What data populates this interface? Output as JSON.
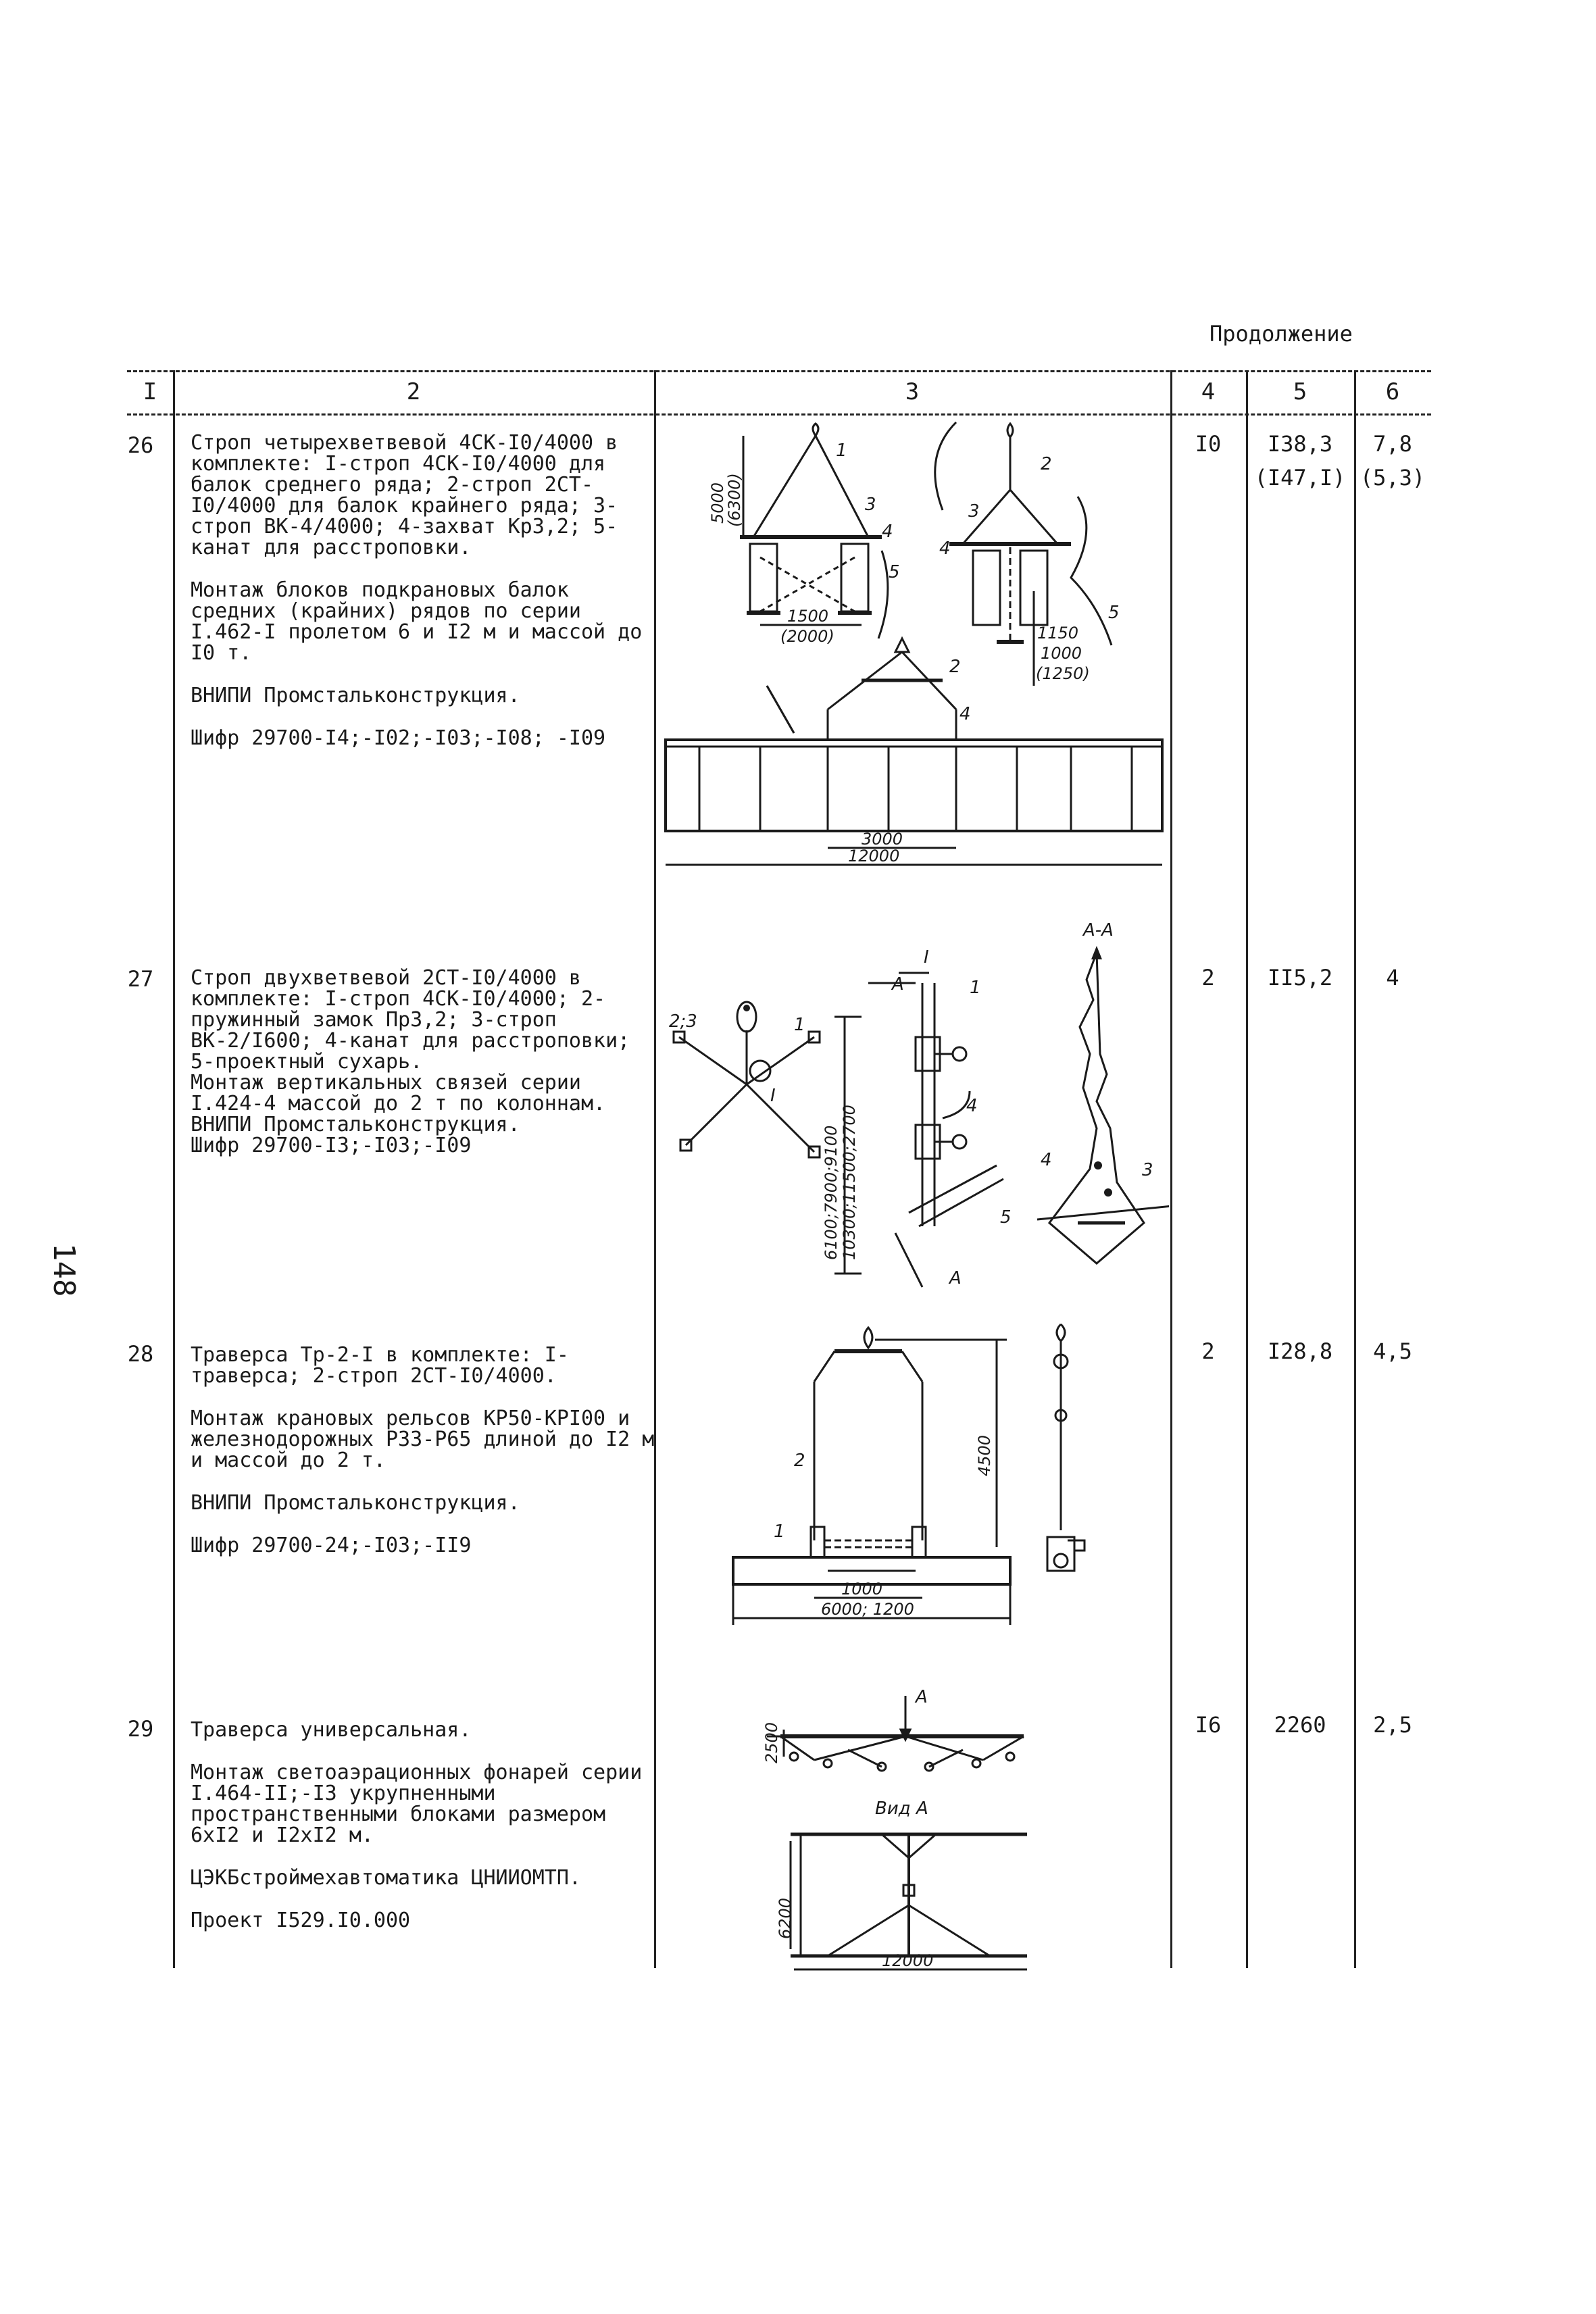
{
  "header": {
    "continued_label": "Продолжение"
  },
  "columns": [
    "I",
    "2",
    "3",
    "4",
    "5",
    "6"
  ],
  "page_number": "148",
  "rows": [
    {
      "num": "26",
      "paragraphs": [
        "Строп четырехветвевой 4СК-I0/4000 в комплекте: I-строп 4СК-I0/4000 для балок среднего ряда; 2-строп 2СТ-I0/4000 для балок крайнего ряда; 3-строп ВК-4/4000; 4-захват Кр3,2; 5-канат для расстроповки.",
        "Монтаж блоков подкрановых балок средних (крайних) рядов по серии I.462-I пролетом 6 и I2 м и массой до I0 т.",
        "ВНИПИ Промстальконструкция.",
        "Шифр 29700-I4;-I02;-I03;-I08; -I09"
      ],
      "col4": "I0",
      "col5": "I38,3\n(I47,I)",
      "col6": "7,8\n(5,3)",
      "drawing_labels": [
        "5000",
        "(6300)",
        "1",
        "3",
        "4",
        "5",
        "1500",
        "(2000)",
        "2",
        "3",
        "4",
        "5",
        "1150",
        "1000",
        "(1250)",
        "2",
        "4",
        "3000",
        "12000"
      ]
    },
    {
      "num": "27",
      "paragraphs": [
        "Строп двухветвевой 2СТ-I0/4000 в комплекте: I-строп 4СК-I0/4000; 2-пружинный замок Пр3,2; 3-строп ВК-2/I600; 4-канат для расстроповки; 5-проектный сухарь.\nМонтаж вертикальных связей серии I.424-4 массой до 2 т по колоннам.\nВНИПИ Промстальконструкция.\nШифр 29700-I3;-I03;-I09"
      ],
      "col4": "2",
      "col5": "II5,2",
      "col6": "4",
      "drawing_labels": [
        "2;3",
        "1",
        "I",
        "I",
        "A",
        "1",
        "6100;7900;9100",
        "10300;11500;2700",
        "4",
        "5",
        "A",
        "A-A",
        "4",
        "3"
      ]
    },
    {
      "num": "28",
      "paragraphs": [
        "Траверса Тр-2-I в комплекте: I-траверса; 2-строп 2СТ-I0/4000.",
        "Монтаж крановых рельсов КР50-КРI00 и железнодорожных Р33-Р65 длиной до I2 м и массой до 2 т.",
        "ВНИПИ Промстальконструкция.",
        "Шифр 29700-24;-I03;-II9"
      ],
      "col4": "2",
      "col5": "I28,8",
      "col6": "4,5",
      "drawing_labels": [
        "4500",
        "2",
        "1",
        "1000",
        "6000; 1200"
      ]
    },
    {
      "num": "29",
      "paragraphs": [
        "Траверса универсальная.",
        "Монтаж светоаэрационных фонарей серии I.464-II;-I3 укрупненными пространственными блоками размером 6xI2 и I2xI2 м.",
        "ЦЭКБстроймехавтоматика ЦНИИОМТП.",
        "Проект I529.I0.000"
      ],
      "col4": "I6",
      "col5": "2260",
      "col6": "2,5",
      "drawing_labels": [
        "A",
        "2500",
        "Вид A",
        "6200",
        "12000"
      ]
    }
  ]
}
